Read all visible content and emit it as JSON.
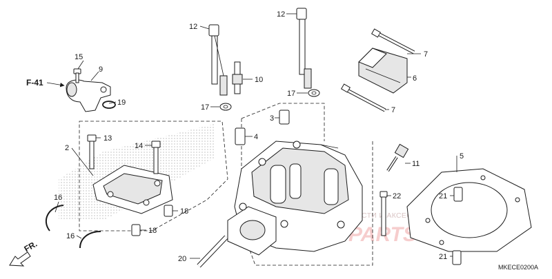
{
  "diagram": {
    "reference_code": "MKECE0200A",
    "section_refs": {
      "f41": "F-41",
      "front": "FR."
    },
    "watermark": {
      "text": "ЗАПЧАСТИ И АКСЕССУАРЫ ДЛЯ МОТОТЕХНИКИ",
      "logo": "PARTSTOP.RU"
    },
    "callouts": {
      "c2": "2",
      "c3": "3",
      "c4": "4",
      "c5": "5",
      "c6": "6",
      "c7a": "7",
      "c7b": "7",
      "c9": "9",
      "c10": "10",
      "c11": "11",
      "c12a": "12",
      "c12b": "12",
      "c13": "13",
      "c14": "14",
      "c15": "15",
      "c16a": "16",
      "c16b": "16",
      "c17a": "17",
      "c17b": "17",
      "c18a": "18",
      "c18b": "18",
      "c19": "19",
      "c20": "20",
      "c21a": "21",
      "c21b": "21",
      "c22": "22"
    }
  }
}
